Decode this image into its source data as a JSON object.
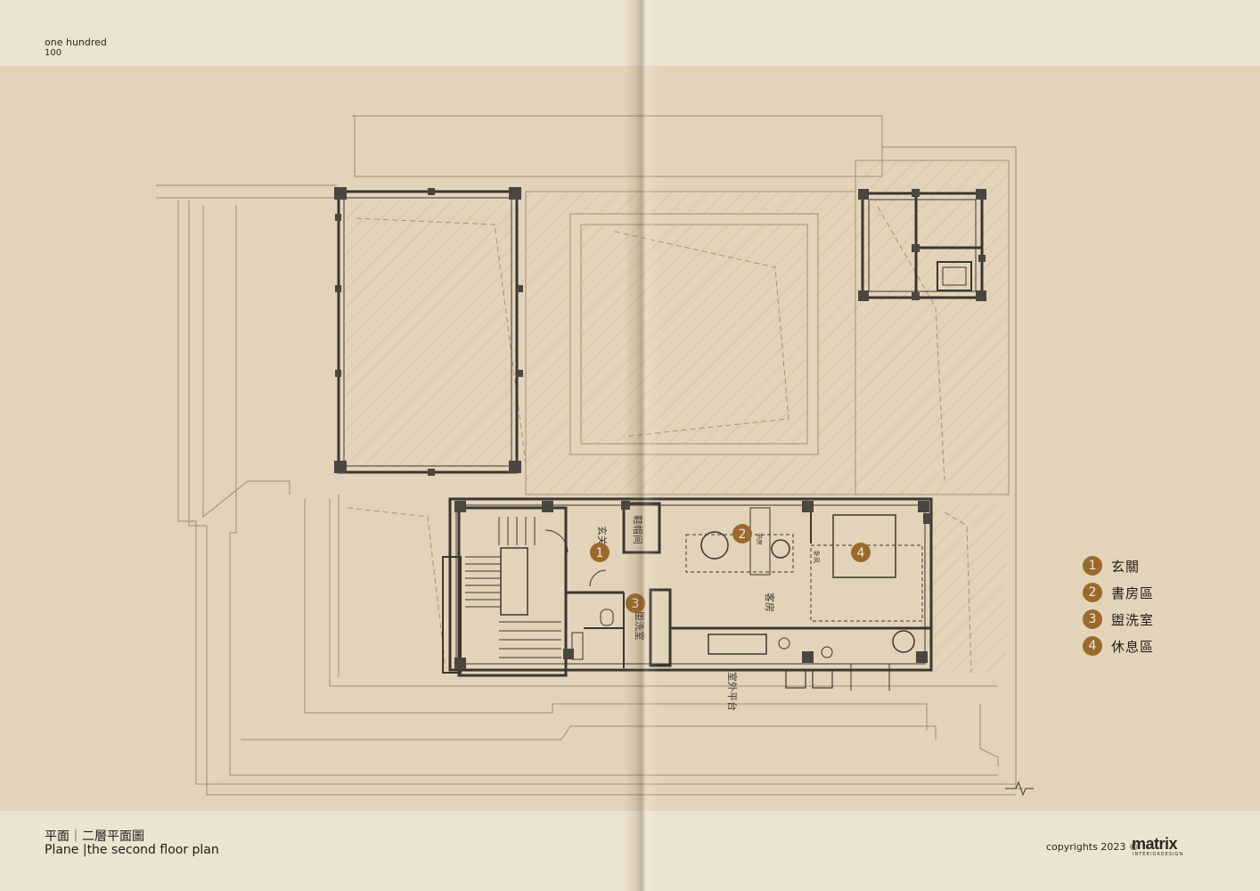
{
  "page": {
    "word": "one hundred",
    "number": "100"
  },
  "caption": {
    "zh": "平面｜二層平面圖",
    "en": "Plane |the second floor plan"
  },
  "footer": {
    "copyright": "copyrights 2023 ©",
    "brand": "matrix",
    "brand_sub": "INTERIORDESIGN"
  },
  "legend": [
    {
      "num": "1",
      "label": "玄關"
    },
    {
      "num": "2",
      "label": "書房區"
    },
    {
      "num": "3",
      "label": "盥洗室"
    },
    {
      "num": "4",
      "label": "休息區"
    }
  ],
  "plan_labels": {
    "entry": "玄关",
    "shoe": "鞋帽间",
    "washroom": "盥洗室",
    "guest": "客房",
    "terrace": "室外平台",
    "study": "书房",
    "rest": "卧风"
  },
  "colors": {
    "badge": "#9a6a2c",
    "line": "#6f6252",
    "wall": "#3a3631",
    "column": "#4a4640"
  }
}
